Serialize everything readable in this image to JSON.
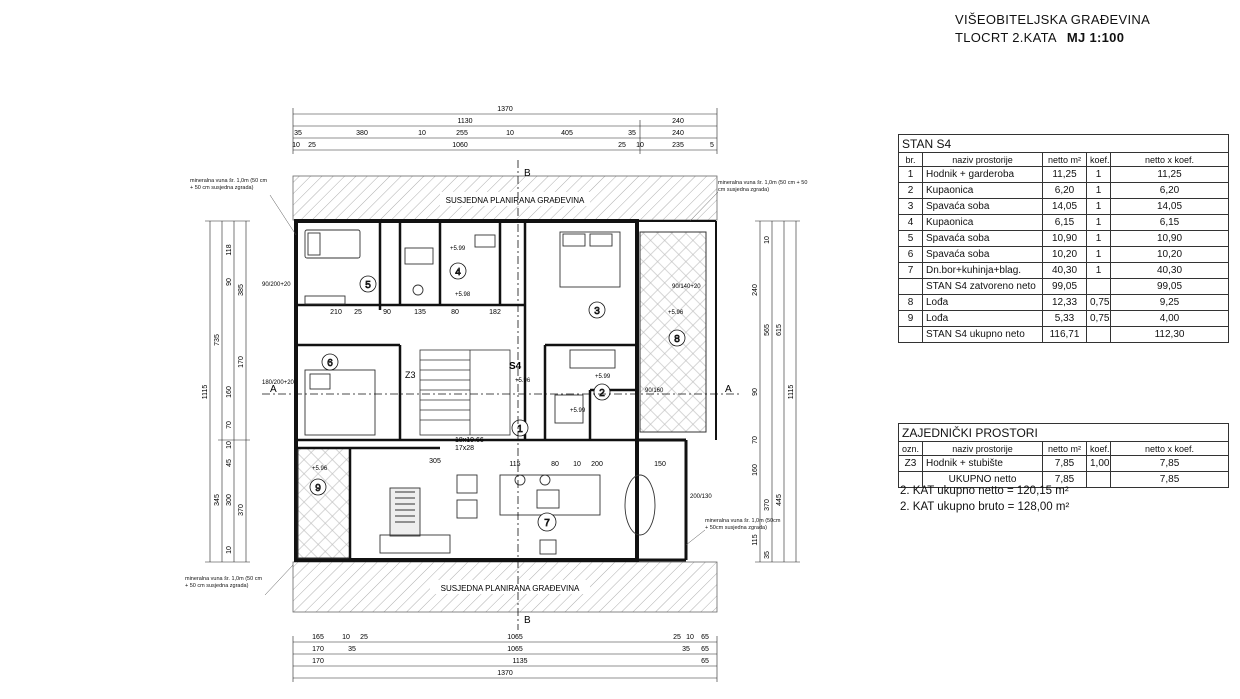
{
  "title": {
    "line1": "VIŠEOBITELJSKA GRAĐEVINA",
    "line2": "TLOCRT 2.KATA",
    "scale": "MJ 1:100"
  },
  "plan": {
    "neighbor_top": "SUSJEDNA PLANIRANA GRAĐEVINA",
    "neighbor_bottom": "SUSJEDNA PLANIRANA GRAĐEVINA",
    "section_b": "B",
    "section_a": "A",
    "apartment_tag": "S4",
    "zone_tag": "Z3",
    "stair_label": "18x19.66",
    "stair_label2": "17x28",
    "room_numbers": [
      "1",
      "2",
      "3",
      "4",
      "5",
      "6",
      "7",
      "8",
      "9"
    ],
    "top_dims": {
      "row1": [
        "1370"
      ],
      "row2": [
        "1130",
        "240"
      ],
      "row3": [
        "35",
        "380",
        "10",
        "255",
        "10",
        "405",
        "35",
        "240"
      ],
      "row4": [
        "10",
        "25",
        "1060",
        "25",
        "10",
        "235",
        "5"
      ]
    },
    "bottom_dims": {
      "row1": [
        "165",
        "10",
        "25",
        "1065",
        "25",
        "10",
        "65"
      ],
      "row2": [
        "170",
        "35",
        "1065",
        "35",
        "65"
      ],
      "row3": [
        "170",
        "1135",
        "65"
      ],
      "row4": [
        "1370"
      ]
    },
    "left_dims": [
      "1115",
      "735",
      "345",
      "385",
      "118",
      "90",
      "170",
      "160",
      "70",
      "10",
      "300",
      "370",
      "45",
      "10"
    ],
    "right_dims": [
      "1115",
      "615",
      "565",
      "240",
      "90",
      "445",
      "370",
      "160",
      "70",
      "115",
      "10",
      "35"
    ],
    "inner_dims": [
      "115",
      "80",
      "10",
      "200",
      "150",
      "135",
      "80",
      "182",
      "90",
      "210",
      "25",
      "305"
    ],
    "window_labels": [
      "90/200+20",
      "180/200+20",
      "200/130",
      "90/140+20",
      "90/160"
    ],
    "insulation_note_left_top": "mineralna vuna šr. 1,0m (50 cm + 50 cm susjedna zgrada)",
    "insulation_note_right_top": "mineralna vuna šr. 1,0m (50 cm + 50 cm susjedna zgrada)",
    "insulation_note_left_bottom": "mineralna vuna šr. 1,0m (50 cm + 50 cm susjedna zgrada)",
    "insulation_note_right_bottom": "mineralna vuna šr. 1,0m (50cm + 50cm susjedna zgrada)",
    "level_marks": [
      "+5.99",
      "+5.98",
      "+5.96",
      "+5.99",
      "+5.96",
      "+5.96",
      "+5.99"
    ]
  },
  "stan_s4": {
    "caption": "STAN S4",
    "headers": [
      "br.",
      "naziv prostorije",
      "netto m²",
      "koef.",
      "netto x koef."
    ],
    "rows": [
      {
        "br": "1",
        "name": "Hodnik + garderoba",
        "netto": "11,25",
        "koef": "1",
        "nk": "11,25"
      },
      {
        "br": "2",
        "name": "Kupaonica",
        "netto": "6,20",
        "koef": "1",
        "nk": "6,20"
      },
      {
        "br": "3",
        "name": "Spavaća soba",
        "netto": "14,05",
        "koef": "1",
        "nk": "14,05"
      },
      {
        "br": "4",
        "name": "Kupaonica",
        "netto": "6,15",
        "koef": "1",
        "nk": "6,15"
      },
      {
        "br": "5",
        "name": "Spavaća soba",
        "netto": "10,90",
        "koef": "1",
        "nk": "10,90"
      },
      {
        "br": "6",
        "name": "Spavaća soba",
        "netto": "10,20",
        "koef": "1",
        "nk": "10,20"
      },
      {
        "br": "7",
        "name": "Dn.bor+kuhinja+blag.",
        "netto": "40,30",
        "koef": "1",
        "nk": "40,30"
      }
    ],
    "subtotal": {
      "name": "STAN S4 zatvoreno neto",
      "netto": "99,05",
      "nk": "99,05"
    },
    "rows2": [
      {
        "br": "8",
        "name": "Lođa",
        "netto": "12,33",
        "koef": "0,75",
        "nk": "9,25"
      },
      {
        "br": "9",
        "name": "Lođa",
        "netto": "5,33",
        "koef": "0,75",
        "nk": "4,00"
      }
    ],
    "total": {
      "name": "STAN S4 ukupno neto",
      "netto": "116,71",
      "nk": "112,30"
    }
  },
  "zajednicki": {
    "caption": "ZAJEDNIČKI PROSTORI",
    "headers": [
      "ozn.",
      "naziv prostorije",
      "netto m²",
      "koef.",
      "netto x koef."
    ],
    "rows": [
      {
        "br": "Z3",
        "name": "Hodnik + stubište",
        "netto": "7,85",
        "koef": "1,00",
        "nk": "7,85"
      }
    ],
    "total": {
      "name": "UKUPNO netto",
      "netto": "7,85",
      "nk": "7,85"
    }
  },
  "summary": {
    "neto": "2. KAT ukupno netto = 120,15 m²",
    "bruto": "2. KAT ukupno bruto = 128,00 m²"
  }
}
